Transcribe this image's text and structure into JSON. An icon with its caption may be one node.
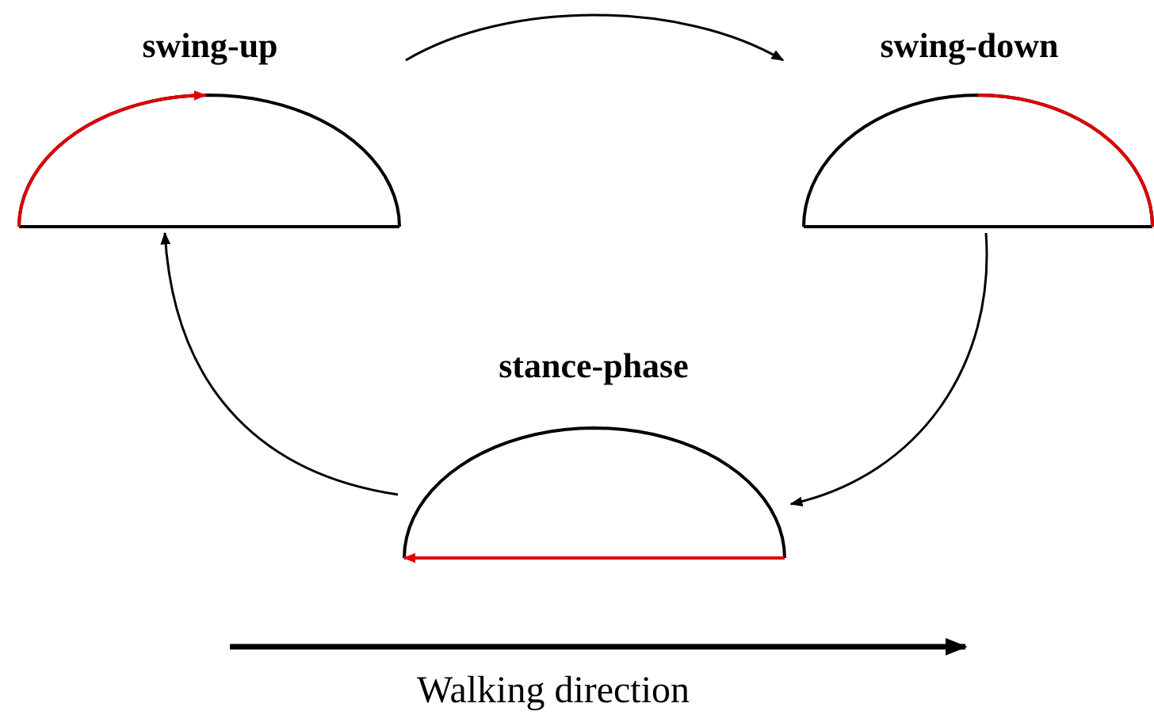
{
  "diagram": {
    "nodes": [
      {
        "text": [
          "swing-up"
        ]
      },
      {
        "text": [
          "swing-down"
        ]
      },
      {
        "text": [
          "stance-phase"
        ]
      }
    ],
    "edges": [
      {
        "from": 0,
        "to": 1,
        "arrow": "to"
      },
      {
        "from": 1,
        "to": 2,
        "arrow": "to"
      },
      {
        "from": 2,
        "to": 0,
        "arrow": "to"
      }
    ],
    "labels": [
      "Walking direction"
    ]
  }
}
